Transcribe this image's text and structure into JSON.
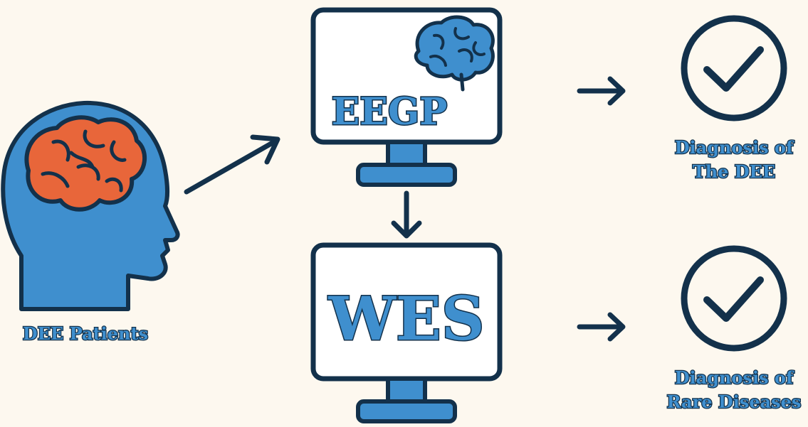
{
  "nodes": {
    "patients": {
      "label": "DEE Patients"
    },
    "eegp": {
      "label": "EEGP"
    },
    "wes": {
      "label": "WES"
    },
    "outcome_dee": {
      "line1": "Diagnosis of",
      "line2": "The DEE"
    },
    "outcome_rare": {
      "line1": "Diagnosis of",
      "line2": "Rare Diseases"
    }
  },
  "colors": {
    "background": "#fdf8ef",
    "outline": "#13314b",
    "blue": "#3f8fce",
    "brain_orange": "#e8663a",
    "screen": "#ffffff"
  },
  "icons": [
    "head-profile-icon",
    "brain-icon",
    "monitor-icon",
    "check-circle-icon",
    "arrow-icon"
  ]
}
